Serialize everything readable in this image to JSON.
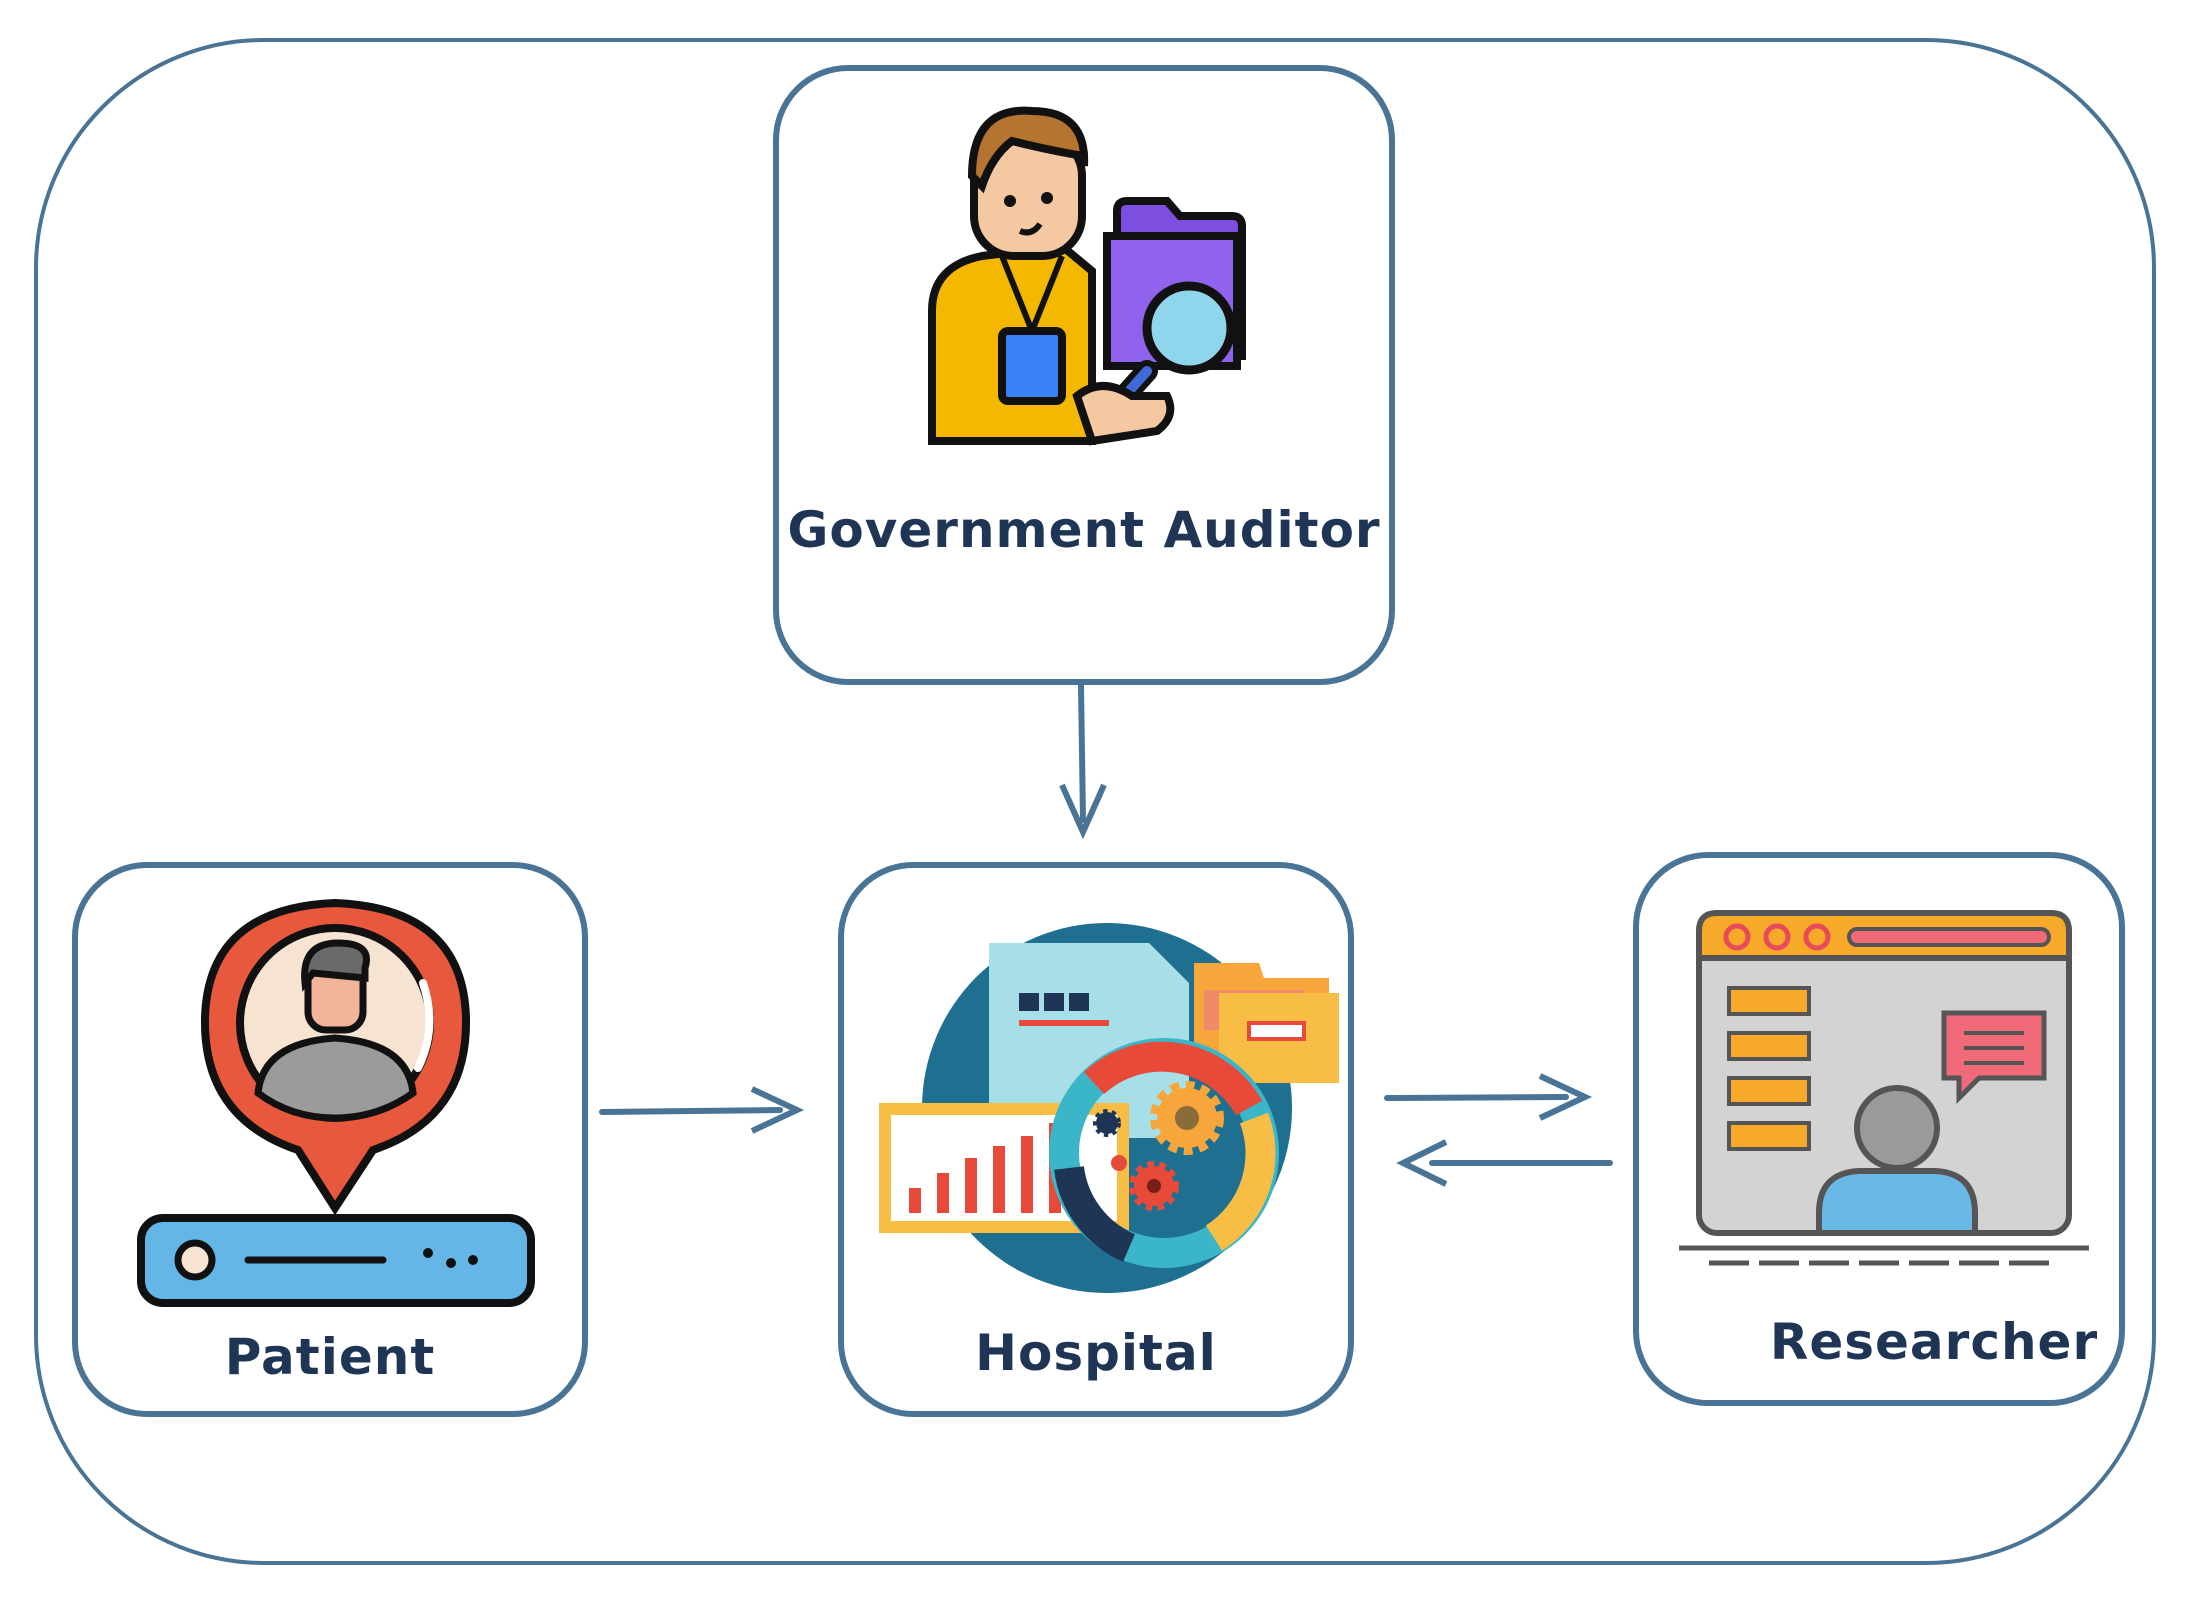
{
  "diagram": {
    "nodes": {
      "auditor": {
        "label": "Government Auditor",
        "icon": "auditor-with-magnifier-icon"
      },
      "patient": {
        "label": "Patient",
        "icon": "patient-location-pin-icon"
      },
      "hospital": {
        "label": "Hospital",
        "icon": "hospital-data-analytics-icon"
      },
      "researcher": {
        "label": "Researcher",
        "icon": "researcher-browser-icon"
      }
    },
    "edges": [
      {
        "from": "Government Auditor",
        "to": "Hospital"
      },
      {
        "from": "Patient",
        "to": "Hospital"
      },
      {
        "from": "Hospital",
        "to": "Researcher"
      },
      {
        "from": "Researcher",
        "to": "Hospital"
      }
    ],
    "colors": {
      "border": "#4a7496",
      "arrow": "#4a7496",
      "label": "#1f3556"
    }
  }
}
